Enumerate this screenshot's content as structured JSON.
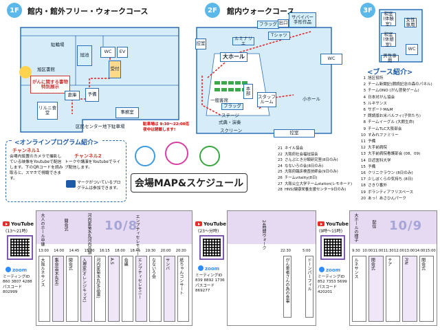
{
  "floors": {
    "f1": {
      "badge": "1F",
      "title": "館内・館外フリー・ウォークコース",
      "rooms": {
        "parking_top": "駐輪場",
        "ike": "旭池",
        "wc": "WC",
        "ev": "EV",
        "uketsuke": "受付",
        "library": "旭区書館",
        "book_note": "がんに関する書物特別展示",
        "soko": "倉庫",
        "yobi": "予備",
        "rirn": "リルニ食堂",
        "jimusho": "事務室",
        "underground_parking": "区民センター地下駐車場",
        "parking_hours": "駐車場は 9:30〜22:00迄",
        "parking_note": "夜中は閉鎖します!"
      }
    },
    "f2": {
      "badge": "2F",
      "title": "館内ウォークコース",
      "rooms": {
        "flag": "フラッグ",
        "lumi": "ルミナリエ",
        "tshirt": "Tシャツ",
        "survivor": "サバイバー手形作品",
        "exit": "出口",
        "kamishitsu": "控室",
        "daihall": "大ホール",
        "wc": "WC",
        "honbu": "本部",
        "ippan": "一般客席",
        "flag2": "フラッグ",
        "stage": "ステージ",
        "shikiten": "式典・演奏",
        "screen": "スクリーン",
        "staff": "スタッフルーム",
        "shohall": "小ホール",
        "kamishitsu2": "控室"
      }
    },
    "f3": {
      "badge": "3F",
      "rooms": {
        "washitsu_a": "和室(体験室)",
        "washitsu_b": "和室(休憩室)",
        "joshi": "女性専用",
        "danshi": "男性専用",
        "wc": "WC"
      }
    }
  },
  "booths": {
    "title": "<ブース紹介>",
    "items": [
      {
        "n": "1",
        "name": "旭区役所"
      },
      {
        "n": "2",
        "name": "チーム新聞記(朗読記念の森のパネル)"
      },
      {
        "n": "3",
        "name": "チームONO (がん啓発ゲーム)"
      },
      {
        "n": "4",
        "name": "日本対がん協会"
      },
      {
        "n": "5",
        "name": "ルネサンス"
      },
      {
        "n": "6",
        "name": "サポートM&M"
      },
      {
        "n": "7",
        "name": "朗読版お米バルフィ(子供たち)"
      },
      {
        "n": "8",
        "name": "チームイーグル (大朗生命)"
      },
      {
        "n": "9",
        "name": "チームTLC大阪部会"
      },
      {
        "n": "10",
        "name": "すみれファミリー"
      },
      {
        "n": "11",
        "name": "予備"
      },
      {
        "n": "12",
        "name": "大手前病院"
      },
      {
        "n": "13",
        "name": "大手前病院看護部会 (08、09)"
      },
      {
        "n": "14",
        "name": "日近医科大学"
      },
      {
        "n": "15",
        "name": "予備"
      },
      {
        "n": "16",
        "name": "クリニクラウン (8日のみ)"
      },
      {
        "n": "17",
        "name": "少しぼくらの気持ち (8日)"
      },
      {
        "n": "18",
        "name": "さきり番外"
      },
      {
        "n": "19",
        "name": "ボランティアフリスペース"
      },
      {
        "n": "20",
        "name": "あっ！あさひんパーク"
      }
    ]
  },
  "extra_booths": {
    "items": [
      {
        "n": "21",
        "name": "ネイル協会"
      },
      {
        "n": "22",
        "name": "大阪府社会福祉協会"
      },
      {
        "n": "23",
        "name": "さんぷとき分類研究室(8日のみ)"
      },
      {
        "n": "24",
        "name": "なないろの会(8日のみ)"
      },
      {
        "n": "25",
        "name": "大阪府臨床検査技師会(9日のみ)"
      },
      {
        "n": "26",
        "name": "チームvitality(8日)"
      },
      {
        "n": "27",
        "name": "大阪公立大学チームstation(レモネード)"
      },
      {
        "n": "28",
        "name": "HNS(健康栄養支援センター9日のみ)"
      }
    ]
  },
  "online": {
    "title": "<オンラインプログラム紹介>",
    "ch1_title": "チャンネル1",
    "ch1_body": "会場内設置のカメラで撮影している映像をYoutubeで配信します。下のQRコードを読み取ると、スマホで視聴できます。",
    "ch2_title": "チャンネル2",
    "ch2_body": "トークや講演をYoutubeでライブ配信します。",
    "ch2_note": "マークがついているプログラムは参加できます。"
  },
  "banner": "会場MAP&スケジュール",
  "schedule": {
    "day1": {
      "date": "10/8",
      "yt_label": "YouTube",
      "yt_hours": "(13〜21時)",
      "yt2_label": "YouTube",
      "yt2_hours": "(23〜分時)",
      "zoom_label": "zoom",
      "zoom_title": "ミーティングID",
      "zoom_id": "860 3807 4288",
      "zoom_pass_label": "パスコード",
      "zoom_pass": "802999",
      "zoom2_title": "ミーティングID",
      "zoom2_id": "839 8892 1736",
      "zoom2_pass_label": "パスコード",
      "zoom2_pass": "869277",
      "times": [
        "13:00",
        "14:00",
        "14:45",
        "15:30",
        "16:15",
        "18:00",
        "18:45",
        "19:30",
        "20:00",
        "20:30"
      ],
      "top_blocks": [
        "大人のホール中継",
        "開会式",
        "河内家菊水丸河内音頭",
        "エンプティセレモニー"
      ],
      "bottom_blocks": [
        "大阪ルネサンス",
        "集会(南木先生)",
        "開会式",
        "入堺家(オレンジキッズ)",
        "河内家菊水丸(多品連)",
        "A.S",
        "会議",
        "エンプティセレモニー",
        "なないろ会",
        "サンバ",
        "紙ちゃんコンサート"
      ]
    },
    "day2": {
      "date": "10/9",
      "yt_label": "YouTube",
      "yt_hours": "(9時〜15時)",
      "zoom_label": "zoom",
      "zoom_title": "ミーティングID",
      "zoom_id": "852 7353 5699",
      "zoom_pass_label": "パスコード",
      "zoom_pass": "420201",
      "times": [
        "9:30",
        "10:00",
        "11:00",
        "11:30",
        "12:00",
        "13:00",
        "14:00",
        "15:00"
      ],
      "top_blocks": [
        "大ホールの様子",
        "配信"
      ],
      "bottom_blocks": [
        "ルネサンス",
        "閉会式",
        "チア",
        "PIN",
        "閉会式"
      ]
    },
    "night": {
      "label_top": "24時間ウォーク",
      "times": [
        "22:30",
        "5:00"
      ],
      "bottom_blocks": [
        "がん患者さんの為の食事",
        "ドーンパーフィル"
      ]
    }
  }
}
